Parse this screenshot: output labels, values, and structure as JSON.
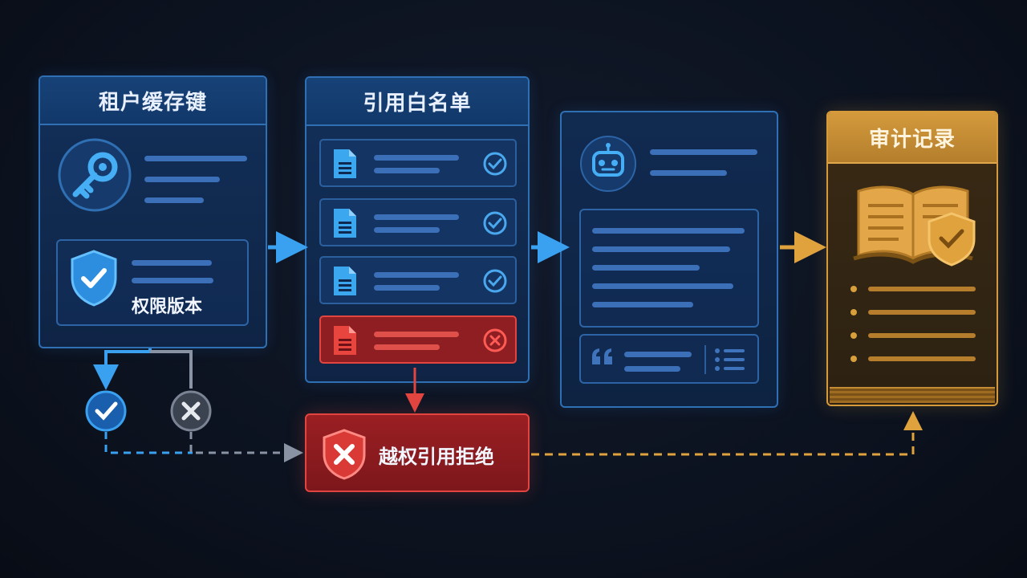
{
  "tenant_cache_key": {
    "title": "租户缓存键",
    "permission_label": "权限版本"
  },
  "citation_whitelist": {
    "title": "引用白名单"
  },
  "rejection": {
    "label": "越权引用拒绝"
  },
  "audit_log": {
    "title": "审计记录"
  },
  "colors": {
    "blue": "#2f6fb3",
    "accent": "#3aa0f0",
    "red": "#e2453f",
    "amber": "#e0a23c",
    "gray": "#8a93a3"
  }
}
